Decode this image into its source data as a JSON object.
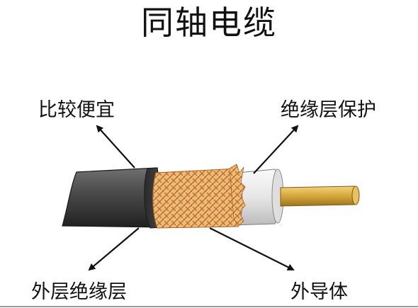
{
  "title": "同轴电缆",
  "labels": {
    "cheap": "比较便宜",
    "insulation_protect": "绝缘层保护",
    "outer_insulation": "外层绝缘层",
    "outer_conductor": "外导体"
  },
  "colors": {
    "jacket": "#3a3a3a",
    "braid": "#e9a55a",
    "dielectric": "#e8e8e8",
    "core": "#d4a63a",
    "text": "#111111"
  }
}
